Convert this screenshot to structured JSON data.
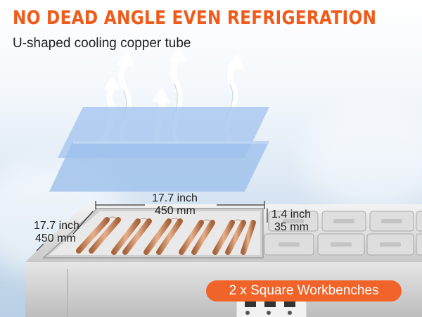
{
  "headline": "NO DEAD ANGLE EVEN REFRIGERATION",
  "subheadline": "U-shaped cooling copper tube",
  "dimensions": {
    "top_width_in": "17.7 inch",
    "top_width_mm": "450 mm",
    "side_depth_in": "17.7 inch",
    "side_depth_mm": "450 mm",
    "height_in": "1.4 inch",
    "height_mm": "35 mm"
  },
  "badge": "2 x Square Workbenches",
  "colors": {
    "accent": "#f05a1a",
    "badge_bg": "#f0642a",
    "text_dark": "#222222",
    "copper": "#c8865a",
    "steel": "#d9d9d9"
  },
  "icons": [
    "cold-air-arrow-icon",
    "cooling-panel-icon"
  ]
}
